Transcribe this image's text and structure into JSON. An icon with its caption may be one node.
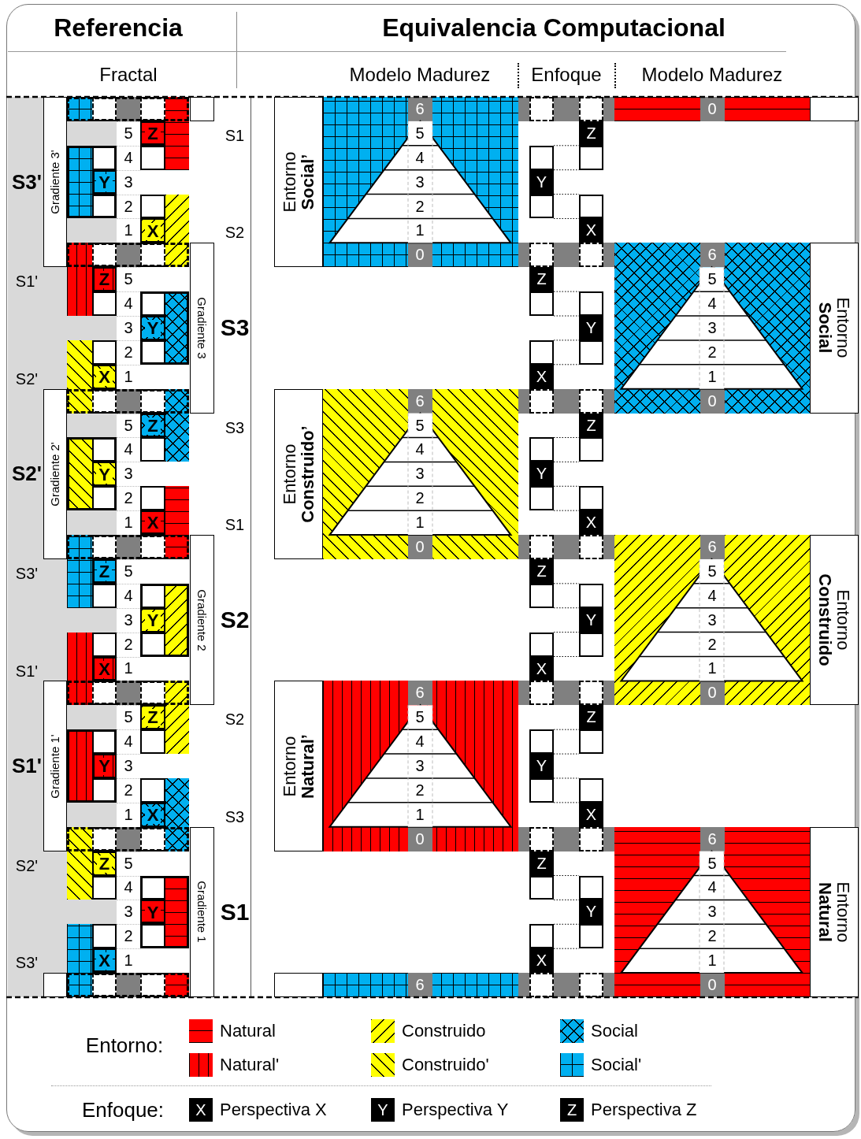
{
  "diagram": {
    "nodes": [
      {
        "text": [
          "Gradiente 3'"
        ]
      },
      {
        "text": [
          "Gradiente 3"
        ]
      },
      {
        "text": [
          "Gradiente 2'"
        ]
      },
      {
        "text": [
          "Gradiente 2"
        ]
      },
      {
        "text": [
          "Gradiente 1'"
        ]
      },
      {
        "text": [
          "Gradiente 1"
        ]
      },
      {
        "text": [],
        "shape": "box"
      },
      {
        "text": [],
        "shape": "box"
      },
      {
        "text": [
          "Entorno **Social’**"
        ]
      },
      {
        "text": [
          "Entorno **Social**"
        ]
      },
      {
        "text": [
          "Entorno **Construido’**"
        ]
      },
      {
        "text": [
          "Entorno **Construido**"
        ]
      },
      {
        "text": [
          "Entorno **Natural’**"
        ]
      },
      {
        "text": [
          "Entorno **Natural**"
        ]
      },
      {
        "text": [],
        "shape": "box"
      },
      {
        "text": [],
        "shape": "box"
      },
      {
        "text": [
          "Z"
        ]
      },
      {
        "text": [
          "Y"
        ]
      },
      {
        "text": [
          "X"
        ]
      },
      {
        "text": [
          "Z"
        ]
      },
      {
        "text": [
          "Y"
        ]
      },
      {
        "text": [
          "X"
        ]
      },
      {
        "text": [
          "Z"
        ]
      },
      {
        "text": [
          "Y"
        ]
      },
      {
        "text": [
          "X"
        ]
      },
      {
        "text": [
          "Z"
        ]
      },
      {
        "text": [
          "Y"
        ]
      },
      {
        "text": [
          "X"
        ]
      },
      {
        "text": [
          "Z"
        ]
      },
      {
        "text": [
          "Y"
        ]
      },
      {
        "text": [
          "X"
        ]
      },
      {
        "text": [
          "Z"
        ]
      },
      {
        "text": [
          "Y"
        ]
      },
      {
        "text": [
          "X"
        ]
      },
      {
        "text": [
          "Z"
        ]
      },
      {
        "text": [
          "Y"
        ]
      },
      {
        "text": [
          "X"
        ]
      },
      {
        "text": [
          "Z"
        ]
      },
      {
        "text": [
          "Y"
        ]
      },
      {
        "text": [
          "X"
        ]
      },
      {
        "text": [
          "Z"
        ]
      },
      {
        "text": [
          "Y"
        ]
      },
      {
        "text": [
          "X"
        ]
      },
      {
        "text": [
          "Z"
        ]
      },
      {
        "text": [
          "Y"
        ]
      },
      {
        "text": [
          "X"
        ]
      },
      {
        "text": [
          "Z"
        ]
      },
      {
        "text": [
          "Y"
        ]
      },
      {
        "text": [
          "X"
        ]
      },
      {
        "text": [
          "Z"
        ]
      },
      {
        "text": [
          "Y"
        ]
      },
      {
        "text": [
          "X"
        ]
      }
    ],
    "labels": [
      "Referencia",
      "Equivalencia Computacional",
      "Fractal",
      "Modelo Madurez",
      "Enfoque",
      "Modelo Madurez",
      "S3'",
      "S3",
      "S2'",
      "S2",
      "S1'",
      "S1",
      "S1",
      "S2",
      "S1'",
      "S2'",
      "S3",
      "S1",
      "S3'",
      "S1'",
      "S2",
      "S3",
      "S2'",
      "S3'",
      "5",
      "4",
      "3",
      "2",
      "1",
      "5",
      "4",
      "3",
      "2",
      "1",
      "5",
      "4",
      "3",
      "2",
      "1",
      "5",
      "4",
      "3",
      "2",
      "1",
      "5",
      "4",
      "3",
      "2",
      "1",
      "5",
      "4",
      "3",
      "2",
      "1",
      "6",
      "0",
      "5",
      "4",
      "3",
      "2",
      "1",
      "0",
      "6",
      "5",
      "4",
      "3",
      "2",
      "1",
      "6",
      "0",
      "5",
      "4",
      "3",
      "2",
      "1",
      "0",
      "6",
      "5",
      "4",
      "3",
      "2",
      "1",
      "6",
      "0",
      "5",
      "4",
      "3",
      "2",
      "1",
      "0",
      "6",
      "5",
      "4",
      "3",
      "2",
      "1",
      "6",
      "0",
      "Entorno:",
      "Enfoque:",
      "X",
      "Y",
      "Z"
    ],
    "legend": [
      {
        "text": "Natural",
        "color": "#ff0000"
      },
      {
        "text": "Construido",
        "color": "#ffff00"
      },
      {
        "text": "Social",
        "color": "#00b0f0"
      },
      {
        "text": "Natural'",
        "color": "#ff0000"
      },
      {
        "text": "Construido'",
        "color": "#ffff00"
      },
      {
        "text": "Social'",
        "color": "#00b0f0"
      },
      {
        "text": "Perspectiva X",
        "color": "#000000"
      },
      {
        "text": "Perspectiva Y",
        "color": "#000000"
      },
      {
        "text": "Perspectiva Z",
        "color": "#000000"
      }
    ]
  }
}
